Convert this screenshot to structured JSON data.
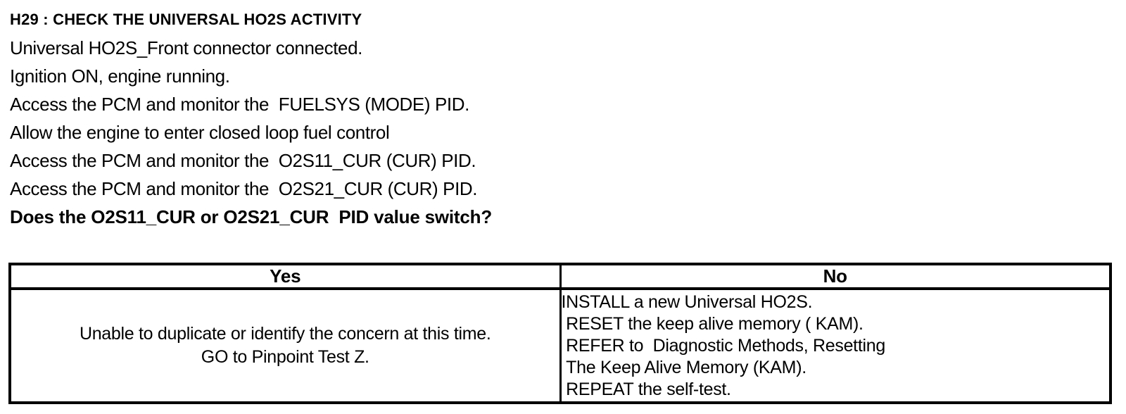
{
  "document": {
    "heading": "H29 : CHECK THE UNIVERSAL HO2S ACTIVITY",
    "instructions": [
      "Universal HO2S_Front connector connected.",
      "Ignition ON, engine running.",
      "Access the PCM and monitor the  FUELSYS (MODE) PID.",
      "Allow the engine to enter closed loop fuel control",
      "Access the PCM and monitor the  O2S11_CUR (CUR) PID.",
      "Access the PCM and monitor the  O2S21_CUR (CUR) PID."
    ],
    "question": "Does the O2S11_CUR or O2S21_CUR  PID value switch?"
  },
  "results_table": {
    "headers": {
      "yes": "Yes",
      "no": "No"
    },
    "yes_actions": [
      "Unable to duplicate or identify the concern at this time.",
      "GO to Pinpoint Test Z."
    ],
    "no_actions": [
      "INSTALL a new Universal HO2S.",
      " RESET the keep alive memory ( KAM).",
      " REFER to  Diagnostic Methods, Resetting",
      " The Keep Alive Memory (KAM).",
      " REPEAT the self-test."
    ]
  },
  "colors": {
    "text": "#000000",
    "background": "#ffffff",
    "border": "#000000"
  }
}
